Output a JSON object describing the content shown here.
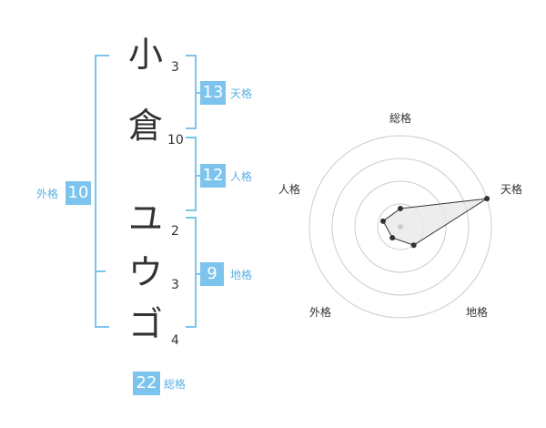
{
  "name": {
    "chars": [
      {
        "char": "小",
        "strokes": "3"
      },
      {
        "char": "倉",
        "strokes": "10"
      },
      {
        "char": "ユ",
        "strokes": "2"
      },
      {
        "char": "ウ",
        "strokes": "3"
      },
      {
        "char": "ゴ",
        "strokes": "4"
      }
    ]
  },
  "fortune": {
    "tenkaku": {
      "label": "天格",
      "value": "13"
    },
    "jinkaku": {
      "label": "人格",
      "value": "12"
    },
    "chikaku": {
      "label": "地格",
      "value": "9"
    },
    "gaikaku": {
      "label": "外格",
      "value": "10"
    },
    "soukaku": {
      "label": "総格",
      "value": "22"
    }
  },
  "chart_data": {
    "type": "radar",
    "axes": [
      "総格",
      "天格",
      "地格",
      "外格",
      "人格"
    ],
    "values": [
      0.2,
      1.0,
      0.25,
      0.15,
      0.2
    ],
    "rings": 4,
    "max": 1.0
  },
  "colors": {
    "accent": "#7cc4ee",
    "label": "#5ab0e4",
    "text": "#333333",
    "fill": "#e8e8e8"
  }
}
